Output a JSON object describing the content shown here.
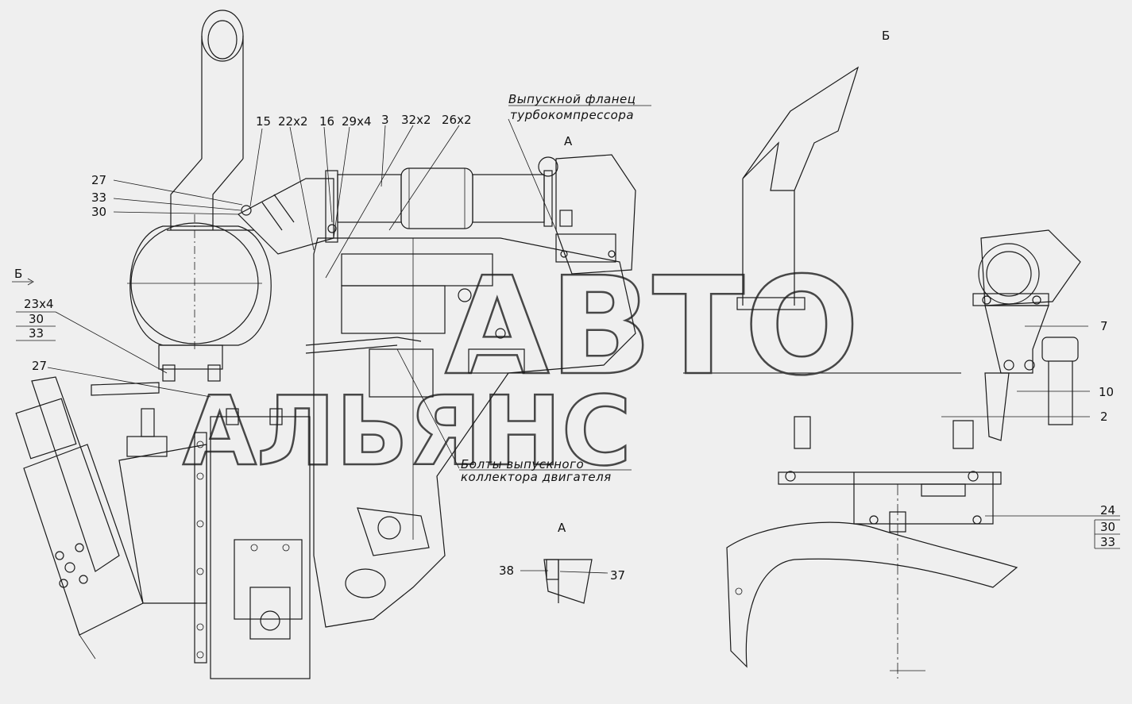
{
  "views": {
    "b_marker_title": "Б",
    "b_arrow": "Б",
    "a_marker_top": "А",
    "a_view_title": "А"
  },
  "callouts": {
    "c15": "15",
    "c22x2": "22x2",
    "c16": "16",
    "c29x4": "29x4",
    "c3": "3",
    "c32x2": "32x2",
    "c26x2": "26x2",
    "c27a": "27",
    "c33a": "33",
    "c30a": "30",
    "c23x4": "23x4",
    "c30b": "30",
    "c33b": "33",
    "c27b": "27",
    "c38": "38",
    "c37": "37",
    "c7": "7",
    "c10": "10",
    "c2": "2",
    "c24": "24",
    "c30c": "30",
    "c33c": "33"
  },
  "notes": {
    "flange_line1": "Выпускной фланец",
    "flange_line2": "турбокомпрессора",
    "bolts_line1": "Болты выпускного",
    "bolts_line2": "коллектора двигателя"
  },
  "watermark": {
    "line1": "АВТО",
    "line2": "АЛЬЯНС"
  }
}
